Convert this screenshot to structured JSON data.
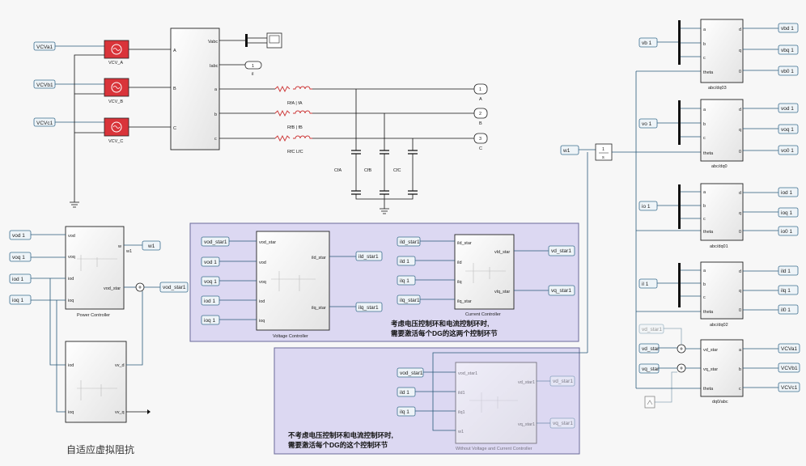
{
  "sources": [
    {
      "in_port": "VCVa1",
      "label": "VCV_A"
    },
    {
      "in_port": "VCVb1",
      "label": "VCV_B"
    },
    {
      "in_port": "VCVc1",
      "label": "VCV_C"
    }
  ],
  "meter": {
    "pins_left": [
      "A",
      "B",
      "C"
    ],
    "pins_right": [
      "Vabc",
      "Iabc",
      "a",
      "b",
      "c"
    ]
  },
  "goto_il": {
    "num": "1",
    "label": "il"
  },
  "rl": [
    {
      "label": "RfA | fA"
    },
    {
      "label": "RfB | fB"
    },
    {
      "label": "RfC LfC"
    }
  ],
  "caps": [
    "CfA",
    "CfB",
    "CfC"
  ],
  "outports": [
    {
      "num": "1",
      "label": "A"
    },
    {
      "num": "2",
      "label": "B"
    },
    {
      "num": "3",
      "label": "C"
    }
  ],
  "power_controller": {
    "caption": "Power Controller",
    "inputs": [
      "vod 1",
      "voq 1",
      "iod 1",
      "ioq 1"
    ],
    "in_pins": [
      "vod",
      "voq",
      "iod",
      "ioq"
    ],
    "out_pins": [
      "w",
      "vod_star"
    ],
    "w_out_label": "w1",
    "goto_w": "w1",
    "goto_vod": "vod_star1"
  },
  "virtual_impedance": {
    "caption": "自适应虚拟阻抗",
    "in_pins": [
      "iod",
      "ioq"
    ],
    "out_pins": [
      "vv_d",
      "vv_q"
    ]
  },
  "voltage_controller": {
    "caption": "Voltage Controller",
    "inputs": [
      "vod_star1",
      "vod 1",
      "voq 1",
      "iod 1",
      "ioq 1"
    ],
    "in_pins": [
      "vod_star",
      "vod",
      "voq",
      "iod",
      "ioq"
    ],
    "out_pins": [
      "ild_star",
      "ilq_star"
    ],
    "outputs": [
      "ild_star1",
      "ilq_star1"
    ]
  },
  "current_controller": {
    "caption": "Current Controller",
    "inputs": [
      "ild_star1",
      "ild 1",
      "ilq 1",
      "ilq_star1"
    ],
    "in_pins": [
      "ild_star",
      "ild",
      "ilq",
      "ilq_star"
    ],
    "out_pins": [
      "vld_star",
      "vlq_star"
    ],
    "outputs": [
      "vd_star1",
      "vq_star1"
    ]
  },
  "note1": [
    "考虑电压控制环和电流控制环时,",
    "需要激活每个DG的这两个控制环节"
  ],
  "without_controller": {
    "caption": "Without Voltage and Current Controller",
    "inputs": [
      "vod_star1",
      "ild 1",
      "ilq 1"
    ],
    "in_pins": [
      "vod_star1",
      "ild1",
      "ilq1",
      "w1"
    ],
    "out_pins": [
      "vd_star1",
      "vq_star1"
    ],
    "outputs": [
      "vd_star1",
      "vq_star1"
    ]
  },
  "note2": [
    "不考虑电压控制环和电流控制环时,",
    "需要激活每个DG的这个控制环节"
  ],
  "integrator": {
    "top": "1",
    "bottom": "s"
  },
  "w_in": "w1",
  "abc_blocks": [
    {
      "input": "vb 1",
      "caption": "abc/dq03",
      "outputs": [
        "vbd 1",
        "vbq 1",
        "vb0 1"
      ]
    },
    {
      "input": "vo 1",
      "caption": "abc/dq0",
      "outputs": [
        "vod 1",
        "voq 1",
        "vo0 1"
      ]
    },
    {
      "input": "io 1",
      "caption": "abc/dq01",
      "outputs": [
        "iod 1",
        "ioq 1",
        "io0 1"
      ]
    },
    {
      "input": "il 1",
      "caption": "abc/dq02",
      "outputs": [
        "ild 1",
        "ilq 1",
        "il0 1"
      ]
    }
  ],
  "abc_in_pins": [
    "a",
    "b",
    "c",
    "theta"
  ],
  "abc_out_pins": [
    "d",
    "q",
    "0"
  ],
  "dq_abc": {
    "caption": "dq0/abc",
    "inputs": [
      "vd_star",
      "vq_star"
    ],
    "ghost_input": "vd_star1",
    "in_pins": [
      "vd_star",
      "vq_star",
      "theta"
    ],
    "out_pins": [
      "a",
      "b",
      "c"
    ],
    "outputs": [
      "VCVa1",
      "VCVb1",
      "VCVc1"
    ]
  },
  "colors": {
    "port_fill": "#eef4f8",
    "port_stroke": "#3d6f8f",
    "source_fill": "#d9343a",
    "area_fill": "#dcd8f2",
    "area_stroke": "#6a6a9a"
  }
}
